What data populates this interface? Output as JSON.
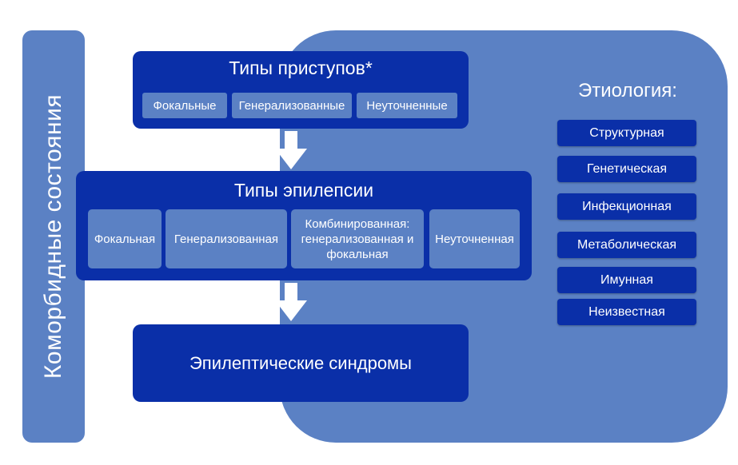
{
  "comorbid": {
    "label": "Коморбидные состояния"
  },
  "seizure_types": {
    "title": "Типы приступов*",
    "items": [
      "Фокальные",
      "Генерализованные",
      "Неуточненные"
    ]
  },
  "epilepsy_types": {
    "title": "Типы эпилепсии",
    "items": [
      "Фокальная",
      "Генерализованная",
      "Комбинированная: генерализованная и фокальная",
      "Неуточненная"
    ]
  },
  "syndromes": {
    "label": "Эпилептические синдромы"
  },
  "etiology": {
    "title": "Этиология:",
    "items": [
      "Структурная",
      "Генетическая",
      "Инфекционная",
      "Метаболическая",
      "Имунная",
      "Неизвестная"
    ]
  },
  "colors": {
    "dark": "#0a2fa8",
    "light": "#5b81c4",
    "background": "#ffffff"
  }
}
